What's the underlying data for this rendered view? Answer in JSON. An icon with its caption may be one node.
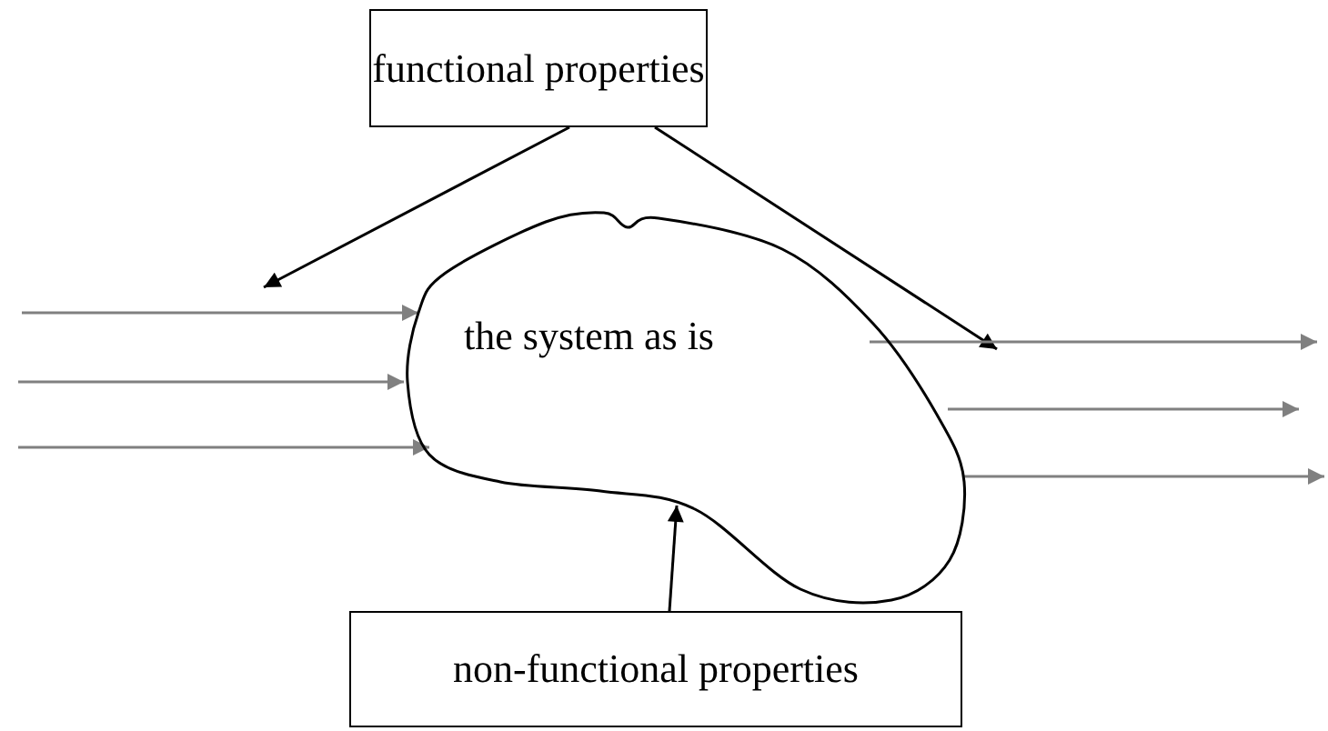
{
  "diagram": {
    "nodes": [
      {
        "text": [
          "functional properties"
        ]
      },
      {
        "text": [
          "the system as is"
        ]
      },
      {
        "text": [
          "non-functional properties"
        ]
      }
    ],
    "edges": [
      {
        "from": 0,
        "to": null,
        "arrow": "to",
        "color": "#000000"
      },
      {
        "from": 0,
        "to": null,
        "arrow": "to",
        "color": "#000000"
      },
      {
        "from": null,
        "to": 1,
        "arrow": "to"
      },
      {
        "from": null,
        "to": 1,
        "arrow": "to"
      },
      {
        "from": null,
        "to": 1,
        "arrow": "to"
      },
      {
        "from": 1,
        "to": null,
        "arrow": "to"
      },
      {
        "from": 1,
        "to": null,
        "arrow": "to"
      },
      {
        "from": 1,
        "to": null,
        "arrow": "to"
      },
      {
        "from": 2,
        "to": 1,
        "arrow": "to",
        "color": "#000000"
      }
    ]
  }
}
